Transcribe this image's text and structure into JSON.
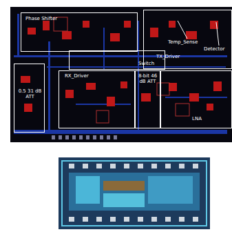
{
  "diagram": {
    "nodes": [
      {
        "text": [
          "Phase Shifter"
        ]
      },
      {
        "text": [
          "TX_Driver"
        ]
      },
      {
        "text": [
          "Switch"
        ]
      },
      {
        "text": [
          "0.5 31 dB ATT"
        ]
      },
      {
        "text": [
          "RX_Driver"
        ]
      },
      {
        "text": [
          "8-bit 46 dB ATT"
        ]
      },
      {
        "text": [
          "LNA"
        ]
      }
    ],
    "labels": [
      "Temp_Sense",
      "Detector"
    ]
  }
}
